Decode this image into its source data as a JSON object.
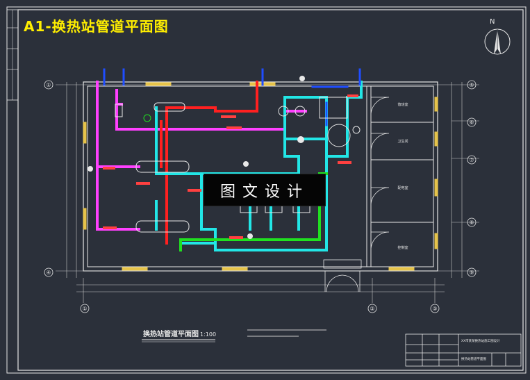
{
  "header": {
    "badge": "A1-换热站管道平面图"
  },
  "north_label": "N",
  "watermark": "图文设计",
  "drawing_title": {
    "name": "换热站管道平面图",
    "scale": "1:100"
  },
  "axis_labels": {
    "left_top": "①",
    "left_bottom": "④",
    "right": [
      "⑤",
      "⑥",
      "⑦",
      "⑧",
      "⑨"
    ],
    "bottom": [
      "①",
      "②",
      "③"
    ]
  },
  "rooms": [
    "值班室",
    "卫生间",
    "配电室",
    "控制室"
  ],
  "title_block": {
    "project": "XX市某某换热站施工图设计",
    "drawing": "换热站管道平面图"
  },
  "colors": {
    "background": "#2b303a",
    "walls": "#e8e8e8",
    "supply_pipe": "#ff2020",
    "return_pipe": "#ff40ff",
    "secondary_pipe": "#22e6e6",
    "makeup_pipe": "#20e020",
    "blue_pipe": "#1f4dff",
    "windows": "#e6c34a",
    "annotation": "#ff4040",
    "badge": "#ffee00"
  }
}
